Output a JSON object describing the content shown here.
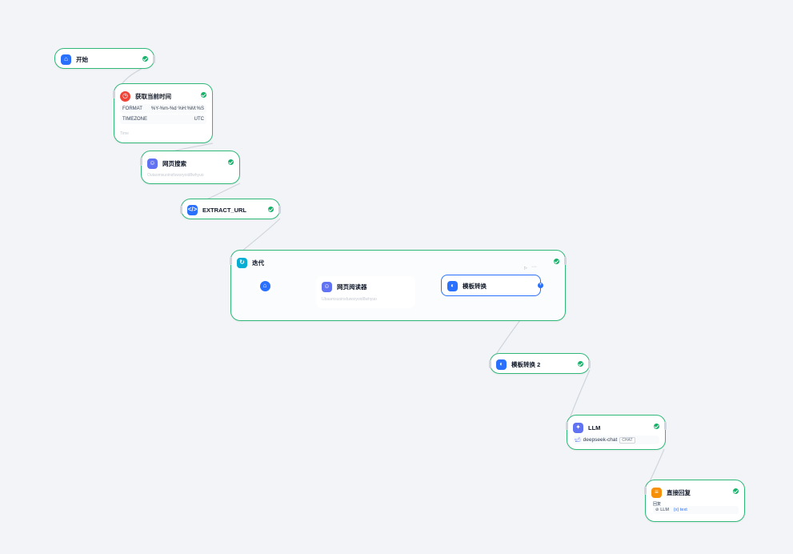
{
  "nodes": {
    "start": {
      "title": "开始"
    },
    "get_time": {
      "title": "获取当前时间",
      "params": [
        {
          "key": "FORMAT",
          "value": "%Y-%m-%d %H:%M:%S"
        },
        {
          "key": "TIMEZONE",
          "value": "UTC"
        }
      ],
      "footer": "Time"
    },
    "web_search": {
      "title": "网页搜索",
      "subtitle": "Outaomsuoinsfuwsryoid8whyuo"
    },
    "extract_url": {
      "title": "EXTRACT_URL"
    },
    "iteration": {
      "title": "迭代",
      "children": {
        "web_reader": {
          "title": "网页阅读器",
          "subtitle": "Ubaamsuoinsfuwsryoid8whyuo"
        },
        "template": {
          "title": "模板转换"
        }
      }
    },
    "template2": {
      "title": "模板转换 2"
    },
    "llm": {
      "title": "LLM",
      "model": "deepseek-chat",
      "model_badge": "CHAT"
    },
    "answer": {
      "title": "直接回复",
      "label": "回复",
      "var_node": "LLM",
      "var_name": "{x} text"
    }
  },
  "icons": {
    "start": "home-icon",
    "get_time": "clock-icon",
    "web_search": "robot-icon",
    "extract_url": "code-icon",
    "iteration": "loop-icon",
    "web_reader": "robot-icon",
    "template": "template-icon",
    "llm": "brain-icon",
    "answer": "reply-icon"
  },
  "colors": {
    "success_border": "#2fb879",
    "success_dot": "#17b26a",
    "selected_border": "#2970ff",
    "edge": "#d0d5dd",
    "canvas": "#f2f4f7"
  }
}
